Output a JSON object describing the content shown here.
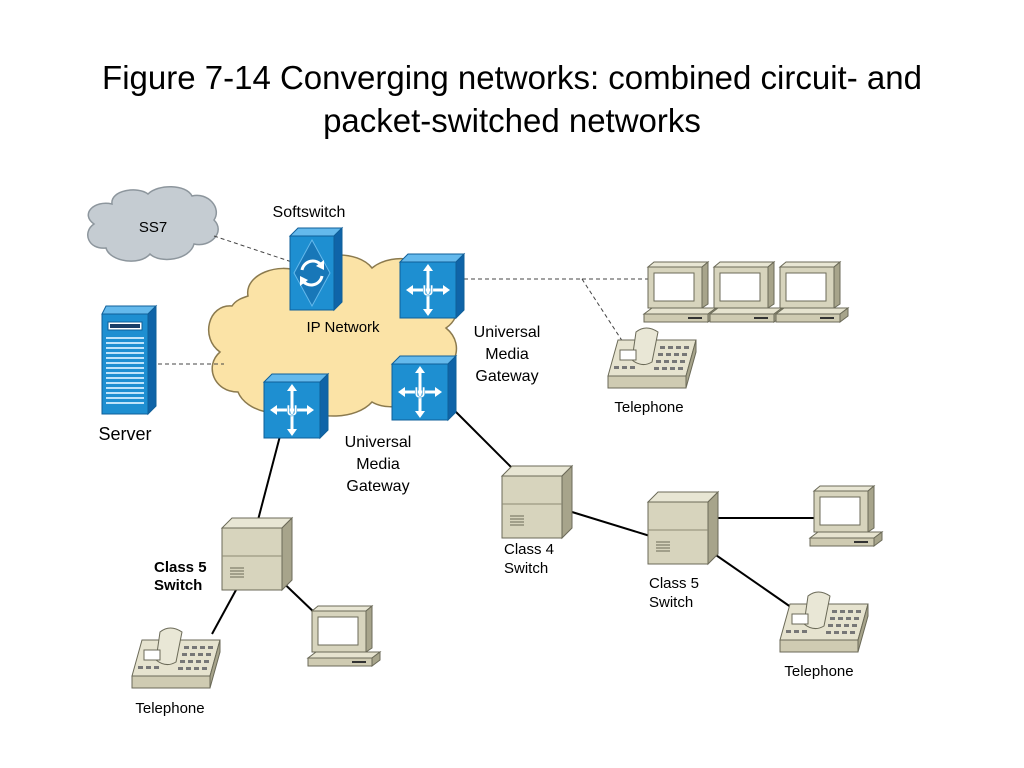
{
  "title": {
    "line1": "Figure 7-14 Converging networks: combined circuit- and",
    "line2": "packet-switched networks"
  },
  "labels": {
    "ss7": "SS7",
    "softswitch": "Softswitch",
    "ip_network": "IP Network",
    "server": "Server",
    "umg_right": [
      "Universal",
      "Media",
      "Gateway"
    ],
    "umg_left": [
      "Universal",
      "Media",
      "Gateway"
    ],
    "telephone_top": "Telephone",
    "class4_switch": [
      "Class 4",
      "Switch"
    ],
    "class5_switch_left": [
      "Class 5",
      "Switch"
    ],
    "class5_switch_right": [
      "Class 5",
      "Switch"
    ],
    "telephone_bottom_left": "Telephone",
    "telephone_bottom_right": "Telephone"
  },
  "icons": {
    "cloud": "cloud-icon",
    "softswitch": "softswitch-icon",
    "gateway": "media-gateway-icon",
    "server": "server-icon",
    "pc": "workstation-icon",
    "phone": "telephone-icon",
    "switch": "switch-tower-icon"
  },
  "colors": {
    "ss7_cloud": "#c5ccd2",
    "ip_cloud": "#fbe3a6",
    "device_blue": "#1e8fd1",
    "device_beige": "#d7d4bd"
  }
}
